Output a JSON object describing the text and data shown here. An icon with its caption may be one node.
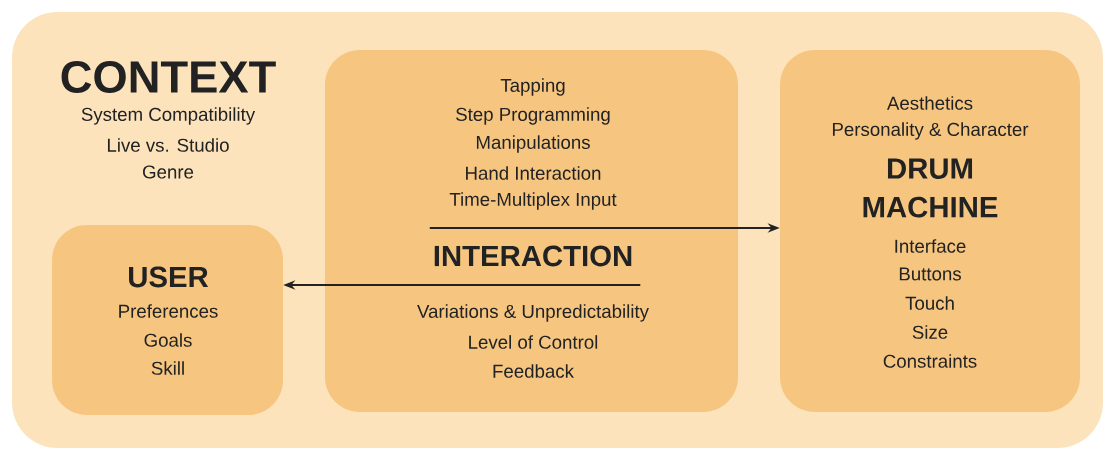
{
  "diagram": {
    "nodes": [
      {
        "text": [
          "CONTEXT",
          "System Compatibility",
          "Live vs. Studio",
          "Genre"
        ]
      },
      {
        "text": [
          "USER",
          "Preferences",
          "Goals",
          "Skill"
        ],
        "in": 0
      },
      {
        "text": [
          "Tapping",
          "Step Programming",
          "Manipulations",
          "Hand Interaction",
          "Time-Multiplex Input",
          "INTERACTION",
          "Variations & Unpredictability",
          "Level of Control",
          "Feedback"
        ],
        "in": 0
      },
      {
        "text": [
          "Aesthetics",
          "Personality & Character",
          "DRUM MACHINE",
          "Interface",
          "Buttons",
          "Touch",
          "Size",
          "Constraints"
        ],
        "in": 0
      }
    ],
    "edges": [
      {
        "from": 2,
        "to": 3,
        "arrow": "to"
      },
      {
        "from": 2,
        "to": 1,
        "arrow": "to"
      }
    ]
  }
}
